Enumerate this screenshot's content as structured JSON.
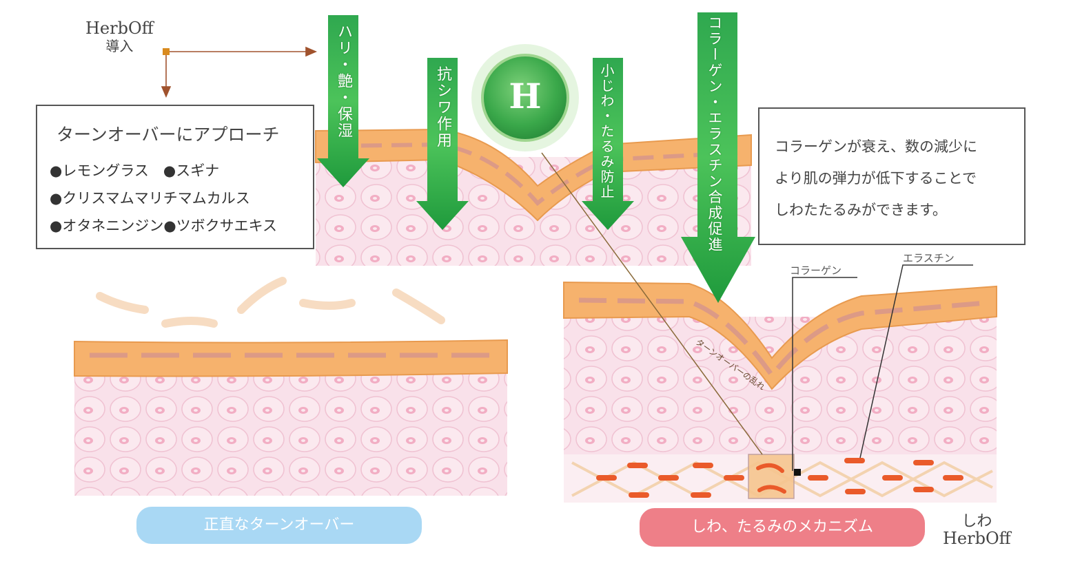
{
  "herboff_top": {
    "brand": "HerbOff",
    "label": "導入"
  },
  "turnover_box": {
    "title": "ターンオーバーにアプローチ",
    "rows": [
      "●レモングラス　●スギナ",
      "●クリスマムマリチマムカルス",
      "●オタネニンジン●ツボクサエキス"
    ]
  },
  "arrows": {
    "a1": "ハリ・艶・保湿",
    "a2": "抗シワ作用",
    "a3": "小じわ・たるみ防止",
    "a4": "コラーゲン・エラスチン合成促進"
  },
  "h_badge": "H",
  "mechanism_box": {
    "lines": [
      "コラーゲンが衰え、数の減少に",
      "より肌の弾力が低下することで",
      "しわたたるみができます。"
    ]
  },
  "labels": {
    "collagen": "コラーゲン",
    "elastin": "エラスチン",
    "turnover_disorder": "ターンオーバーの乱れ"
  },
  "pills": {
    "left": "正直なターンオーバー",
    "right": "しわ、たるみのメカニズム"
  },
  "herboff_bottom": {
    "label": "しわ",
    "brand": "HerbOff"
  },
  "colors": {
    "skin_pink": "#f8dde6",
    "cell": "#f2b9cb",
    "stratum": "#f5b06a",
    "arrow_green": "#3cb043",
    "pill_blue": "#a9d8f4",
    "pill_red": "#ee7f88"
  }
}
